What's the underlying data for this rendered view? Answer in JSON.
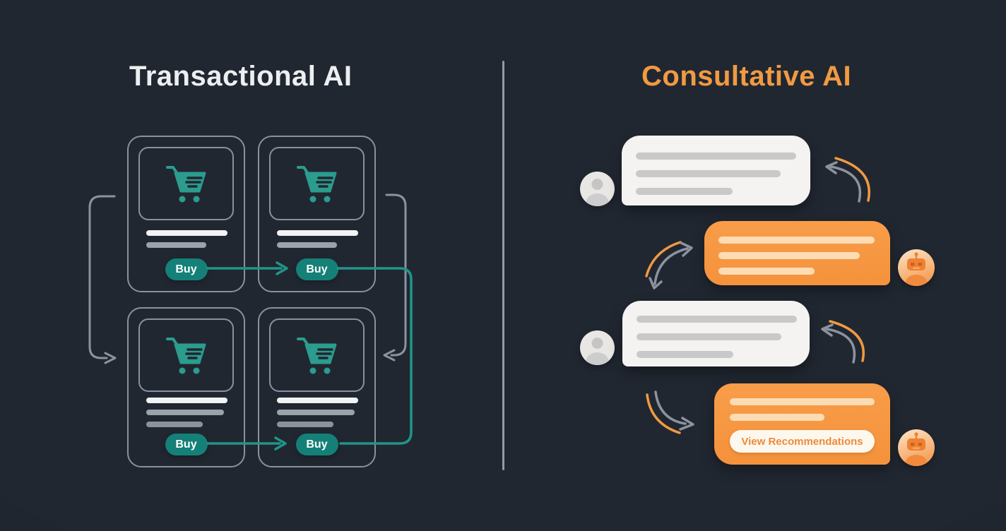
{
  "colors": {
    "bg": "#212731",
    "vignette": "rgba(0,0,0,0.28)",
    "teal": "#1f968a",
    "buy-bg": "#148077",
    "cart": "#2b9c8e",
    "card-border": "#8a919d",
    "gray-arrow": "#8b939e",
    "orange-arrow": "#f09a42",
    "title-left": "#eceef0",
    "title-right": "#f09a42",
    "divider": "#a9b0b9",
    "bubble-user": "#f4f3f1",
    "bubble-ai": "#f89d49",
    "bubble-user-line": "#c9c9c9",
    "bubble-ai-line": "#fcdcb4",
    "cta-bg": "#fdf8ee",
    "cta-text": "#ee8a3a"
  },
  "left_panel": {
    "title": "Transactional AI",
    "cards": [
      {
        "id": "product-1",
        "buy_label": "Buy",
        "placeholder_lines": 2,
        "icon": "cart-icon"
      },
      {
        "id": "product-2",
        "buy_label": "Buy",
        "placeholder_lines": 2,
        "icon": "cart-icon"
      },
      {
        "id": "product-3",
        "buy_label": "Buy",
        "placeholder_lines": 3,
        "icon": "cart-icon"
      },
      {
        "id": "product-4",
        "buy_label": "Buy",
        "placeholder_lines": 3,
        "icon": "cart-icon"
      }
    ]
  },
  "right_panel": {
    "title": "Consultative AI",
    "messages": [
      {
        "sender": "user",
        "placeholder_lines": 3
      },
      {
        "sender": "assistant",
        "placeholder_lines": 3
      },
      {
        "sender": "user",
        "placeholder_lines": 3
      },
      {
        "sender": "assistant",
        "placeholder_lines": 2,
        "button_label": "View Recommendations"
      }
    ]
  }
}
